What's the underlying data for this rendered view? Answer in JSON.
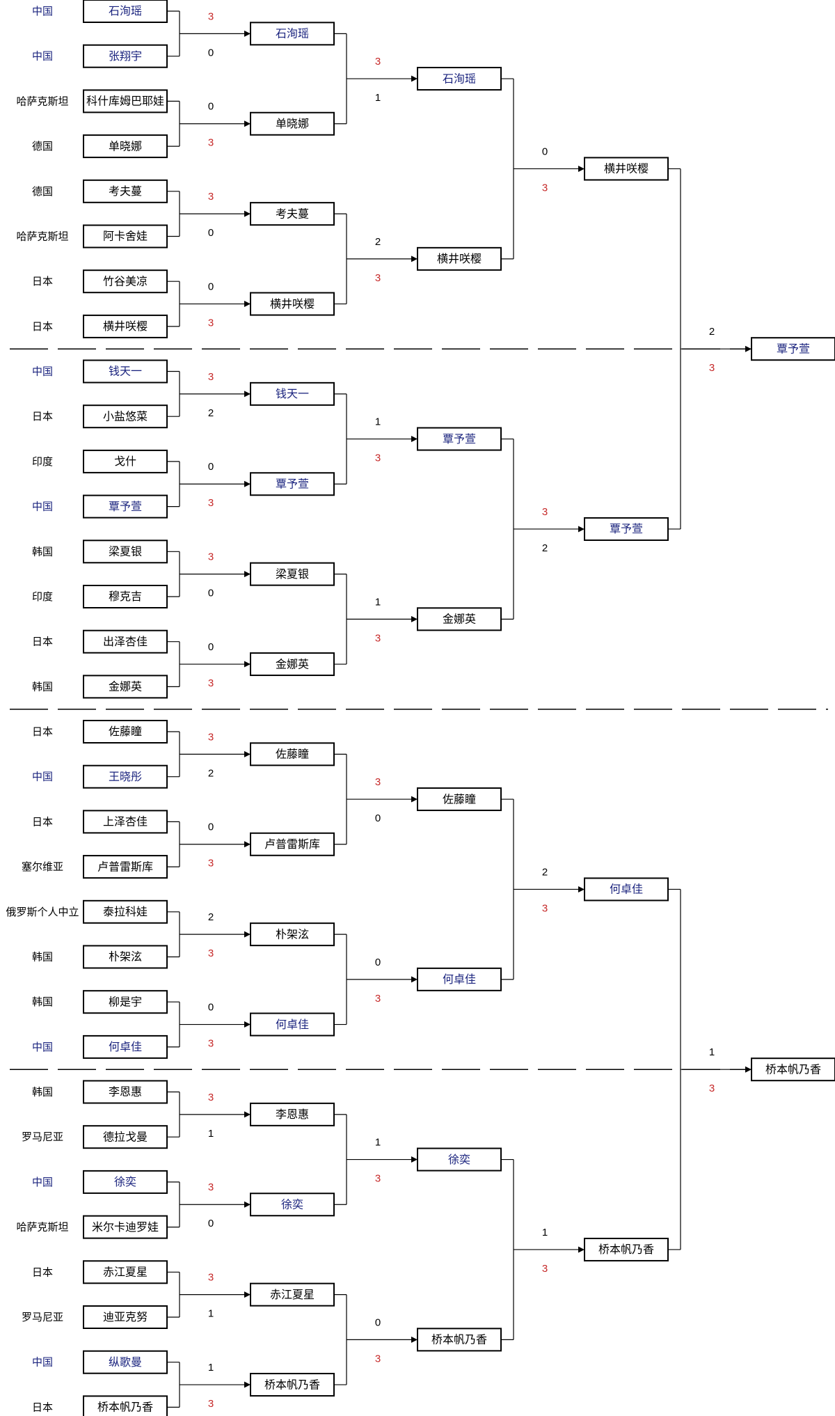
{
  "colors": {
    "china": "#1a237e",
    "win_score": "#c62828",
    "lose_score": "#000000",
    "final_win_score": "#c62828"
  },
  "quarters": [
    {
      "players": [
        {
          "country": "中国",
          "name": "石洵瑶"
        },
        {
          "country": "中国",
          "name": "张翔宇"
        },
        {
          "country": "哈萨克斯坦",
          "name": "科什库姆巴耶娃"
        },
        {
          "country": "德国",
          "name": "单晓娜"
        },
        {
          "country": "德国",
          "name": "考夫蔓"
        },
        {
          "country": "哈萨克斯坦",
          "name": "阿卡舍娃"
        },
        {
          "country": "日本",
          "name": "竹谷美凉"
        },
        {
          "country": "日本",
          "name": "横井咲樱"
        }
      ],
      "r1": [
        {
          "winner": "石洵瑶",
          "top": "3",
          "bottom": "0"
        },
        {
          "winner": "单晓娜",
          "top": "0",
          "bottom": "3"
        },
        {
          "winner": "考夫蔓",
          "top": "3",
          "bottom": "0"
        },
        {
          "winner": "横井咲樱",
          "top": "0",
          "bottom": "3"
        }
      ],
      "r2": [
        {
          "winner": "石洵瑶",
          "top": "3",
          "bottom": "1"
        },
        {
          "winner": "横井咲樱",
          "top": "2",
          "bottom": "3"
        }
      ],
      "r3": {
        "winner": "横井咲樱",
        "top": "0",
        "bottom": "3"
      }
    },
    {
      "players": [
        {
          "country": "中国",
          "name": "钱天一"
        },
        {
          "country": "日本",
          "name": "小盐悠菜"
        },
        {
          "country": "印度",
          "name": "戈什"
        },
        {
          "country": "中国",
          "name": "覃予萱"
        },
        {
          "country": "韩国",
          "name": "梁夏银"
        },
        {
          "country": "印度",
          "name": "穆克吉"
        },
        {
          "country": "日本",
          "name": "出泽杏佳"
        },
        {
          "country": "韩国",
          "name": "金娜英"
        }
      ],
      "r1": [
        {
          "winner": "钱天一",
          "top": "3",
          "bottom": "2"
        },
        {
          "winner": "覃予萱",
          "top": "0",
          "bottom": "3"
        },
        {
          "winner": "梁夏银",
          "top": "3",
          "bottom": "0"
        },
        {
          "winner": "金娜英",
          "top": "0",
          "bottom": "3"
        }
      ],
      "r2": [
        {
          "winner": "覃予萱",
          "top": "1",
          "bottom": "3"
        },
        {
          "winner": "金娜英",
          "top": "1",
          "bottom": "3"
        }
      ],
      "r3": {
        "winner": "覃予萱",
        "top": "3",
        "bottom": "2"
      }
    },
    {
      "players": [
        {
          "country": "日本",
          "name": "佐藤瞳"
        },
        {
          "country": "中国",
          "name": "王晓彤"
        },
        {
          "country": "日本",
          "name": "上泽杏佳"
        },
        {
          "country": "塞尔维亚",
          "name": "卢普雷斯库"
        },
        {
          "country": "俄罗斯个人中立",
          "name": "泰拉科娃"
        },
        {
          "country": "韩国",
          "name": "朴架泫"
        },
        {
          "country": "韩国",
          "name": "柳是宇"
        },
        {
          "country": "中国",
          "name": "何卓佳"
        }
      ],
      "r1": [
        {
          "winner": "佐藤瞳",
          "top": "3",
          "bottom": "2"
        },
        {
          "winner": "卢普雷斯库",
          "top": "0",
          "bottom": "3"
        },
        {
          "winner": "朴架泫",
          "top": "2",
          "bottom": "3"
        },
        {
          "winner": "何卓佳",
          "top": "0",
          "bottom": "3"
        }
      ],
      "r2": [
        {
          "winner": "佐藤瞳",
          "top": "3",
          "bottom": "0"
        },
        {
          "winner": "何卓佳",
          "top": "0",
          "bottom": "3"
        }
      ],
      "r3": {
        "winner": "何卓佳",
        "top": "2",
        "bottom": "3"
      }
    },
    {
      "players": [
        {
          "country": "韩国",
          "name": "李恩惠"
        },
        {
          "country": "罗马尼亚",
          "name": "德拉戈曼"
        },
        {
          "country": "中国",
          "name": "徐奕"
        },
        {
          "country": "哈萨克斯坦",
          "name": "米尔卡迪罗娃"
        },
        {
          "country": "日本",
          "name": "赤江夏星"
        },
        {
          "country": "罗马尼亚",
          "name": "迪亚克努"
        },
        {
          "country": "中国",
          "name": "纵歌曼"
        },
        {
          "country": "日本",
          "name": "桥本帆乃香"
        }
      ],
      "r1": [
        {
          "winner": "李恩惠",
          "top": "3",
          "bottom": "1"
        },
        {
          "winner": "徐奕",
          "top": "3",
          "bottom": "0"
        },
        {
          "winner": "赤江夏星",
          "top": "3",
          "bottom": "1"
        },
        {
          "winner": "桥本帆乃香",
          "top": "1",
          "bottom": "3"
        }
      ],
      "r2": [
        {
          "winner": "徐奕",
          "top": "1",
          "bottom": "3"
        },
        {
          "winner": "桥本帆乃香",
          "top": "0",
          "bottom": "3"
        }
      ],
      "r3": {
        "winner": "桥本帆乃香",
        "top": "1",
        "bottom": "3"
      }
    }
  ],
  "semis": [
    {
      "winner": "覃予萱",
      "top": "2",
      "bottom": "3"
    },
    {
      "winner": "桥本帆乃香",
      "top": "1",
      "bottom": "3"
    }
  ]
}
